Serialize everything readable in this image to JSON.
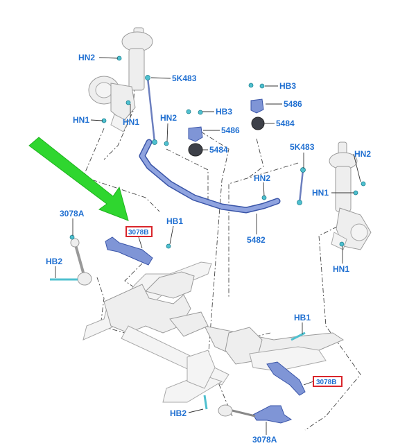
{
  "labels": {
    "hn2_top_left": "HN2",
    "k5483_left": "5K483",
    "hb3_right": "HB3",
    "p5486_right": "5486",
    "p5484_right": "5484",
    "hb3_mid": "HB3",
    "p5486_mid": "5486",
    "p5484_mid": "5484",
    "hn1_left_a": "HN1",
    "hn1_left_b": "HN1",
    "hn2_mid": "HN2",
    "k5483_right": "5K483",
    "hn2_right": "HN2",
    "hn1_right": "HN1",
    "hn2_center": "HN2",
    "p5482": "5482",
    "a3078_left": "3078A",
    "hb1_left": "HB1",
    "hb2_left": "HB2",
    "hn1_right_low": "HN1",
    "hb1_lower": "HB1",
    "hb2_lower": "HB2",
    "a3078_lower": "3078A",
    "red_box_left": "3078B",
    "red_box_right": "3078B"
  },
  "colors": {
    "label_blue": "#1f6fd1",
    "highlight_red": "#d9252b",
    "arrow_green": "#2fd62f",
    "part_blue": "#7f95d6",
    "fastener_cyan": "#4fc0cf"
  }
}
